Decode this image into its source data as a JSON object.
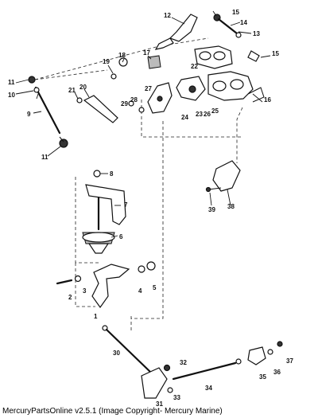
{
  "copyright": "MercuryPartsOnline v2.5.1 (Image Copyright- Mercury Marine)",
  "callouts": [
    "1",
    "2",
    "3",
    "4",
    "5",
    "6",
    "7",
    "8",
    "9",
    "10",
    "11",
    "11",
    "12",
    "13",
    "14",
    "15",
    "15",
    "16",
    "17",
    "18",
    "19",
    "20",
    "21",
    "22",
    "23",
    "24",
    "25",
    "26",
    "27",
    "28",
    "29",
    "30",
    "31",
    "32",
    "33",
    "34",
    "35",
    "36",
    "37",
    "38",
    "39"
  ]
}
